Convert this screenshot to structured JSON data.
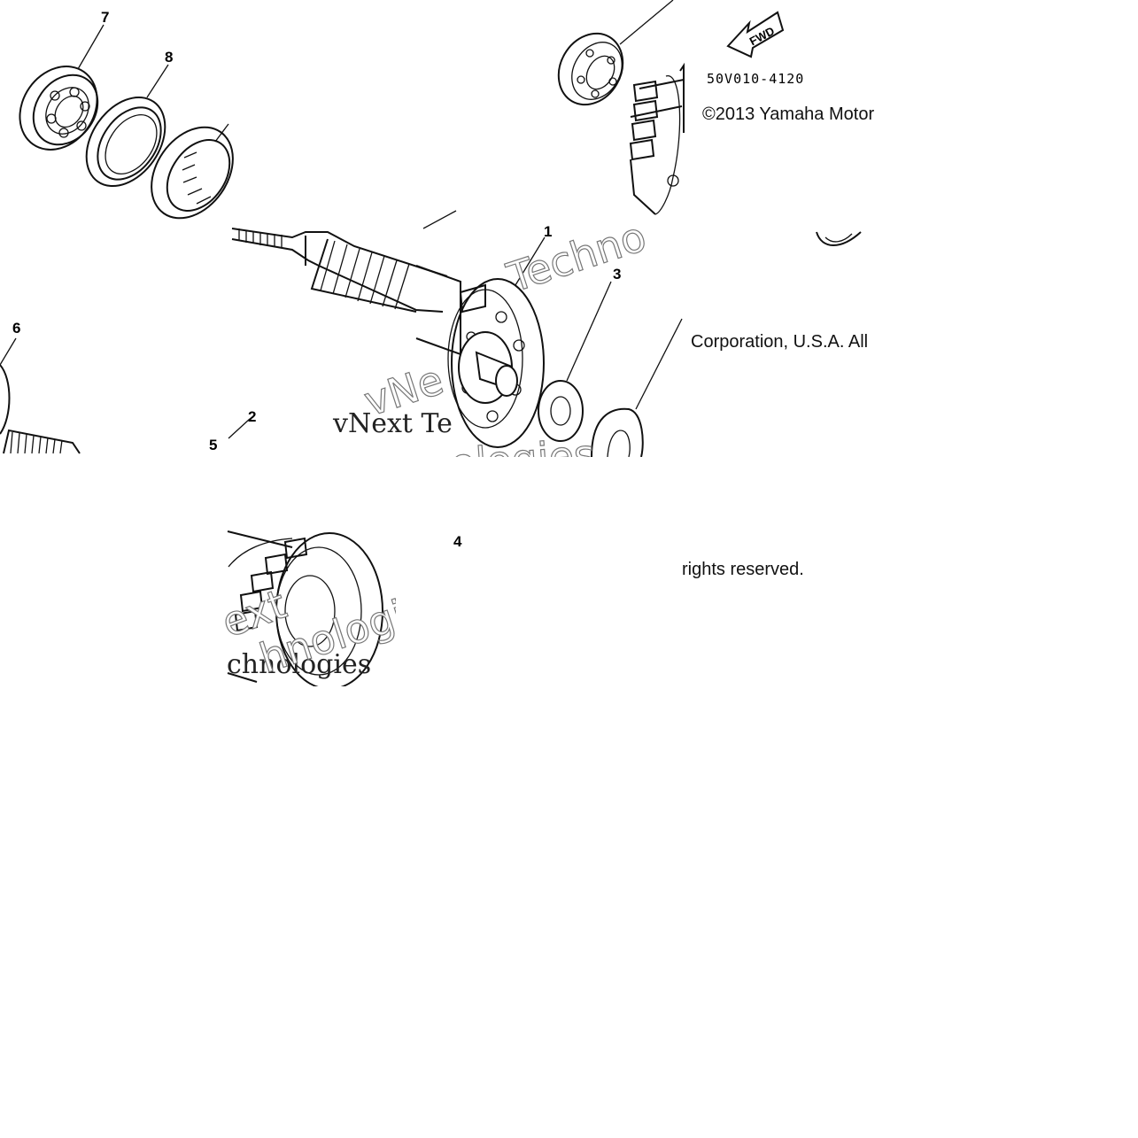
{
  "callouts": {
    "n1": "1",
    "n2": "2",
    "n3": "3",
    "n4": "4",
    "n5": "5",
    "n6": "6",
    "n7": "7",
    "n8": "8"
  },
  "diagram_code": "50V010-4120",
  "fwd_label": "FWD",
  "copyright": {
    "line1": "©2013 Yamaha Motor",
    "line2": "Corporation, U.S.A. All",
    "line3": "rights reserved."
  },
  "watermark": {
    "a": "vNext Te",
    "b": "Techno",
    "c": "ologies",
    "d": "vNe",
    "e": "chnologies",
    "f": "ext",
    "g": "hnologies"
  }
}
